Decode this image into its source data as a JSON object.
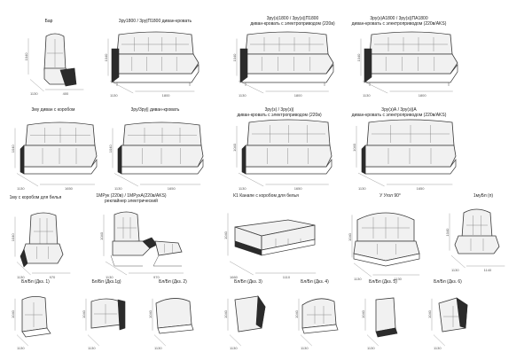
{
  "rows": [
    [
      {
        "id": "bar",
        "caption": [
          "Бар"
        ],
        "dims": {
          "h": "1040",
          "d": "1130",
          "w": "400"
        }
      },
      {
        "id": "2ru1800",
        "caption": [
          "3ру1800 / 3ру|П1800 диван-кровать"
        ],
        "dims": {
          "h": "1040",
          "d": "1130",
          "w": "1800"
        }
      },
      {
        "id": "3ru1800",
        "caption": [
          "3ру(з)1800 / 3ру(з)|П1800",
          "диван-кровать с электроприводом (220в)"
        ],
        "dims": {
          "h": "1040",
          "d": "1130",
          "w": "1800"
        }
      },
      {
        "id": "3ruA1800",
        "caption": [
          "3ру(з)А1800 / 3ру(з)|ПА1800",
          "диван-кровать с электроприводом (220в/AKS)"
        ],
        "dims": {
          "h": "1040",
          "d": "1130",
          "w": "1800"
        }
      }
    ],
    [
      {
        "id": "3mu",
        "caption": [
          "3му диван с коробом"
        ],
        "dims": {
          "h": "1040",
          "d": "1130",
          "w": "1650"
        }
      },
      {
        "id": "3ru",
        "caption": [
          "3ру/3ру|| диван-кровать"
        ],
        "dims": {
          "h": "1040",
          "d": "1130",
          "w": "1650"
        }
      },
      {
        "id": "3ruz",
        "caption": [
          "3ру(з) / 3ру(з)|",
          "диван-кровать с электроприводом (220в)"
        ],
        "dims": {
          "h": "1040",
          "d": "1130",
          "w": "1650"
        }
      },
      {
        "id": "3ruzA",
        "caption": [
          "3ру(з)А / 3ру(з)|А",
          "диван-кровать с электроприводом (220в/AKS)"
        ],
        "dims": {
          "h": "1040",
          "d": "1130",
          "w": "1650"
        }
      }
    ],
    [
      {
        "id": "1mu",
        "caption": [
          "1му с коробом для белья"
        ],
        "dims": {
          "h": "1040",
          "d": "1130",
          "w": "970"
        }
      },
      {
        "id": "1mpu",
        "caption": [
          "1МРук (220в) / 1МРухА(220в/AKS)",
          "реклайнер электрический"
        ],
        "dims": {
          "h": "1040",
          "d": "1130",
          "w": "970"
        }
      },
      {
        "id": "k1",
        "caption": [
          "К1 Канапе с коробом для белья"
        ],
        "dims": {
          "h": "1040",
          "d": "1660",
          "w": "1110"
        }
      },
      {
        "id": "corner",
        "caption": [
          "У Угол 90°"
        ],
        "dims": {
          "h": "1040",
          "d": "1130",
          "w": "1130"
        }
      },
      {
        "id": "1mu_p",
        "caption": [
          "1муБп (п)"
        ],
        "dims": {
          "h": "1040",
          "d": "1130",
          "w": "1140"
        }
      }
    ],
    [
      {
        "id": "b1",
        "caption": [
          "Бл/Бп (Дкз. 1)"
        ],
        "dims": {
          "d": "1130",
          "h": "1040"
        }
      },
      {
        "id": "b1g",
        "caption": [
          "Бл/Бп (Дкз.1g)"
        ],
        "dims": {
          "d": "1130",
          "h": "1040"
        }
      },
      {
        "id": "b2",
        "caption": [
          "Бл/Бп (Дкз. 2)"
        ],
        "dims": {
          "d": "1130",
          "h": "1040"
        }
      },
      {
        "id": "b3",
        "caption": [
          "Бл/Бп (Дкз. 3)"
        ],
        "dims": {
          "d": "1130",
          "h": "1040"
        }
      },
      {
        "id": "b4",
        "caption": [
          "Бл/Бп (Дкз. 4)"
        ],
        "dims": {
          "d": "1130",
          "h": "1040"
        }
      },
      {
        "id": "b5",
        "caption": [
          "Бл/Бп (Дкз. 5)"
        ],
        "dims": {
          "d": "1130",
          "h": "1040"
        }
      },
      {
        "id": "b6",
        "caption": [
          "Бл/Бп (Дкз. 6)"
        ],
        "dims": {
          "d": "1130",
          "h": "1040"
        }
      }
    ]
  ]
}
